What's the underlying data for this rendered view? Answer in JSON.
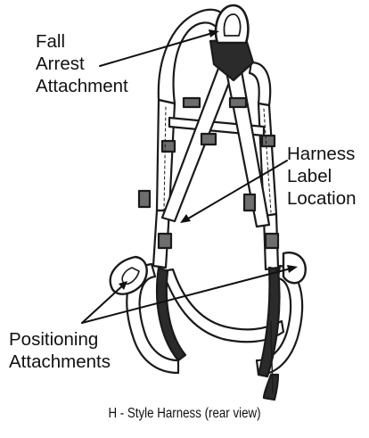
{
  "callouts": {
    "fall_arrest": [
      "Fall",
      "Arrest",
      "Attachment"
    ],
    "label_location": [
      "Harness",
      "Label",
      "Location"
    ],
    "positioning": [
      "Positioning",
      "Attachments"
    ]
  },
  "caption": "H - Style Harness (rear view)",
  "colors": {
    "line": "#1a1a1a",
    "strap_fill": "#ffffff",
    "shade": "#2b2b2b",
    "buckle_fill": "#6e6e6e",
    "text": "#111111"
  },
  "icons": [
    "d-ring-icon",
    "buckle-icon",
    "positioning-ring-icon",
    "webbing-strap-icon"
  ]
}
